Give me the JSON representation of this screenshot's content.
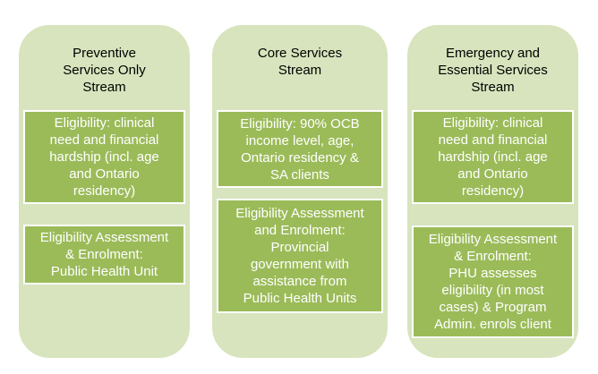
{
  "streams": [
    {
      "title": "Preventive\nServices Only\nStream",
      "eligibility": "Eligibility: clinical\nneed and financial\nhardship (incl. age\nand Ontario\nresidency)",
      "enrolment": "Eligibility Assessment\n& Enrolment:\nPublic Health Unit"
    },
    {
      "title": "Core Services\nStream",
      "eligibility": "Eligibility: 90% OCB\nincome level, age,\nOntario residency &\nSA clients",
      "enrolment": "Eligibility Assessment\nand Enrolment:\nProvincial\ngovernment with\nassistance from\nPublic Health Units"
    },
    {
      "title": "Emergency and\nEssential Services\nStream",
      "eligibility": "Eligibility: clinical\nneed and financial\nhardship (incl. age\nand Ontario\nresidency)",
      "enrolment": "Eligibility Assessment\n& Enrolment:\nPHU assesses\neligibility (in most\ncases) &  Program\nAdmin. enrols client"
    }
  ],
  "colors": {
    "column_background": "#d7e4bd",
    "card_background": "#9bbb59",
    "card_border": "#ffffff",
    "card_text": "#ffffff",
    "title_text": "#000000"
  }
}
